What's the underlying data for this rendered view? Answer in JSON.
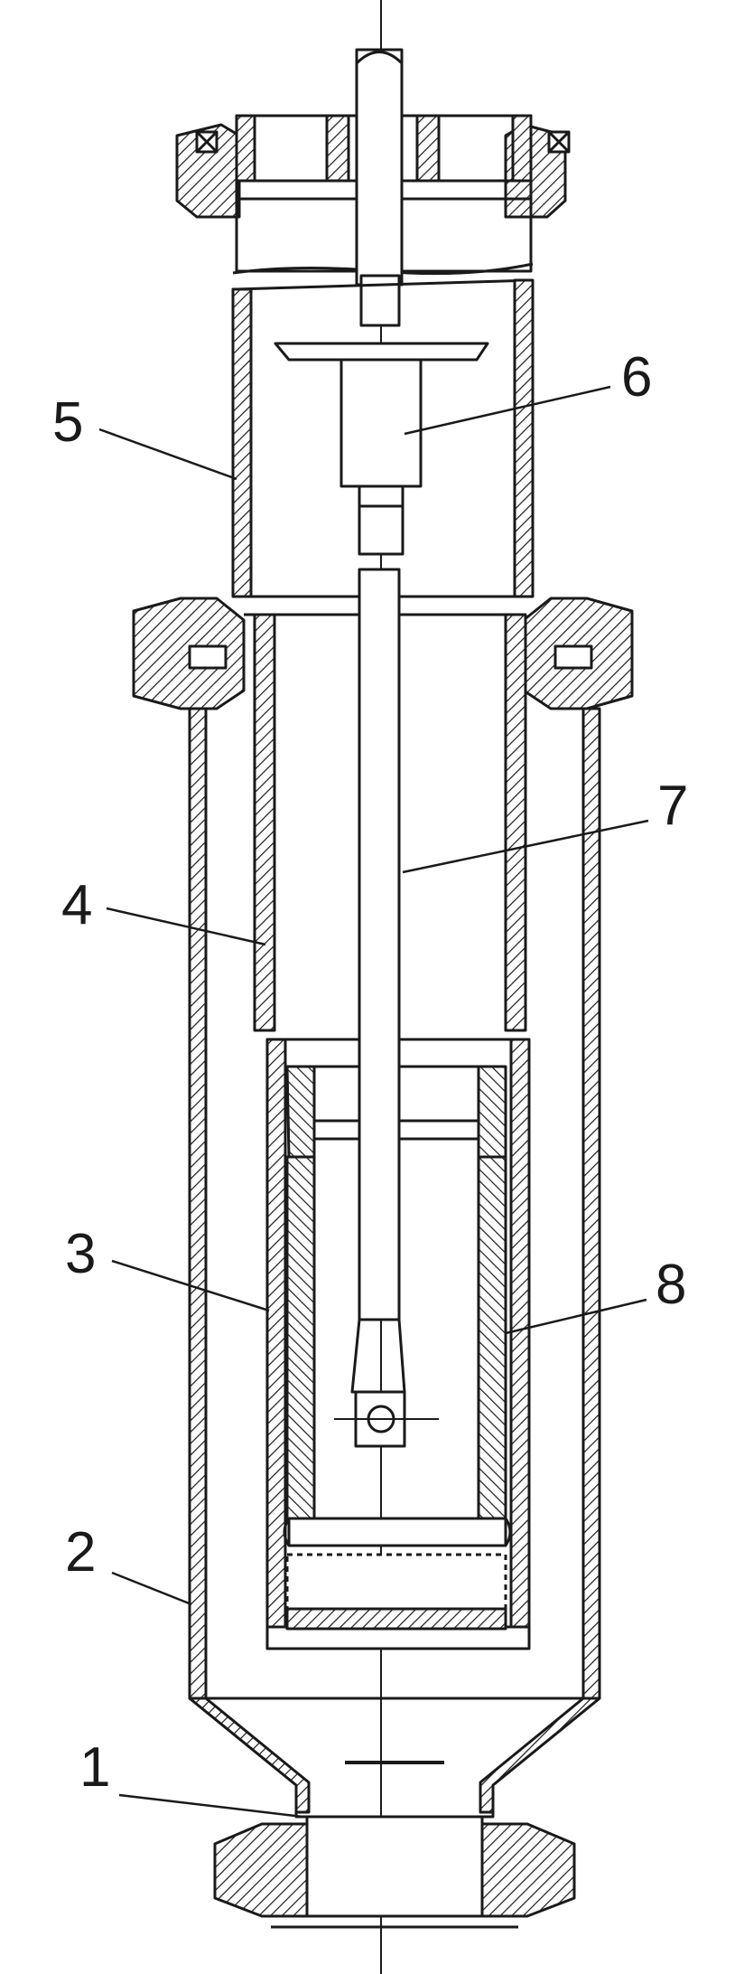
{
  "diagram": {
    "labels": [
      {
        "id": "1",
        "text": "1"
      },
      {
        "id": "2",
        "text": "2"
      },
      {
        "id": "3",
        "text": "3"
      },
      {
        "id": "4",
        "text": "4"
      },
      {
        "id": "5",
        "text": "5"
      },
      {
        "id": "6",
        "text": "6"
      },
      {
        "id": "7",
        "text": "7"
      },
      {
        "id": "8",
        "text": "8"
      }
    ]
  },
  "colors": {
    "ink": "#1a1a1a",
    "paper": "#ffffff"
  }
}
